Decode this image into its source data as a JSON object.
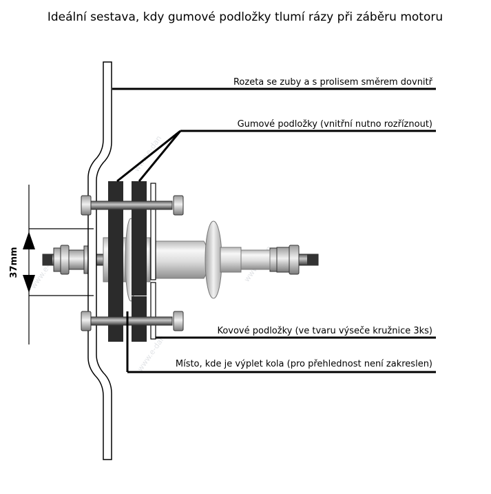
{
  "title": "Ideální sestava, kdy gumové podložky tlumí rázy při záběru motoru",
  "dimension": "37mm",
  "watermark": "www.e-dan",
  "labels": {
    "rozeta": "Rozeta se zuby a s prolisem směrem dovnitř",
    "gumove": "Gumové podložky (vnitřní nutno rozříznout)",
    "kovove": "Kovové podložky (ve tvaru výseče kružnice 3ks)",
    "misto": "Místo, kde je výplet kola (pro přehlednost není zakreslen)"
  },
  "colors": {
    "line": "#000000",
    "rubber": "#2b2b2b",
    "hub_light": "#f2f2f2",
    "hub_mid": "#c8c8c8",
    "hub_dark": "#8a8a8a"
  }
}
